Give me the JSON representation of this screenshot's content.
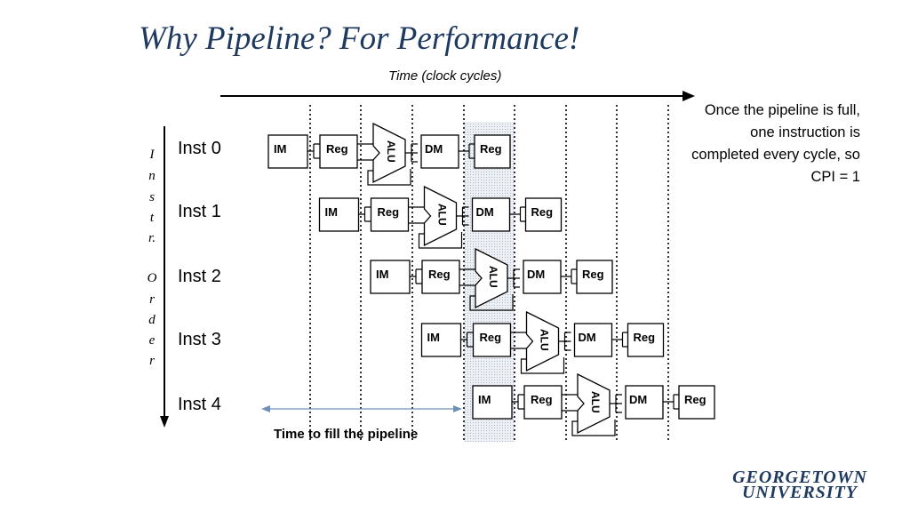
{
  "title": "Why Pipeline? For Performance!",
  "time_axis_label": "Time (clock cycles)",
  "note": "Once the pipeline is full, one instruction is completed every cycle, so CPI = 1",
  "vertical_axis_letters": [
    "I",
    "n",
    "s",
    "t",
    "r.",
    "O",
    "r",
    "d",
    "e",
    "r"
  ],
  "instructions": [
    "Inst 0",
    "Inst 1",
    "Inst 2",
    "Inst 3",
    "Inst 4"
  ],
  "stages": [
    "IM",
    "Reg",
    "ALU",
    "DM",
    "Reg"
  ],
  "fill_label": "Time to fill the pipeline",
  "logo": {
    "line1": "GEORGETOWN",
    "line2": "UNIVERSITY"
  },
  "colors": {
    "title": "#1f3a60",
    "highlight_column": "#e4e8ee",
    "fill_arrow": "#6f8fb5"
  }
}
